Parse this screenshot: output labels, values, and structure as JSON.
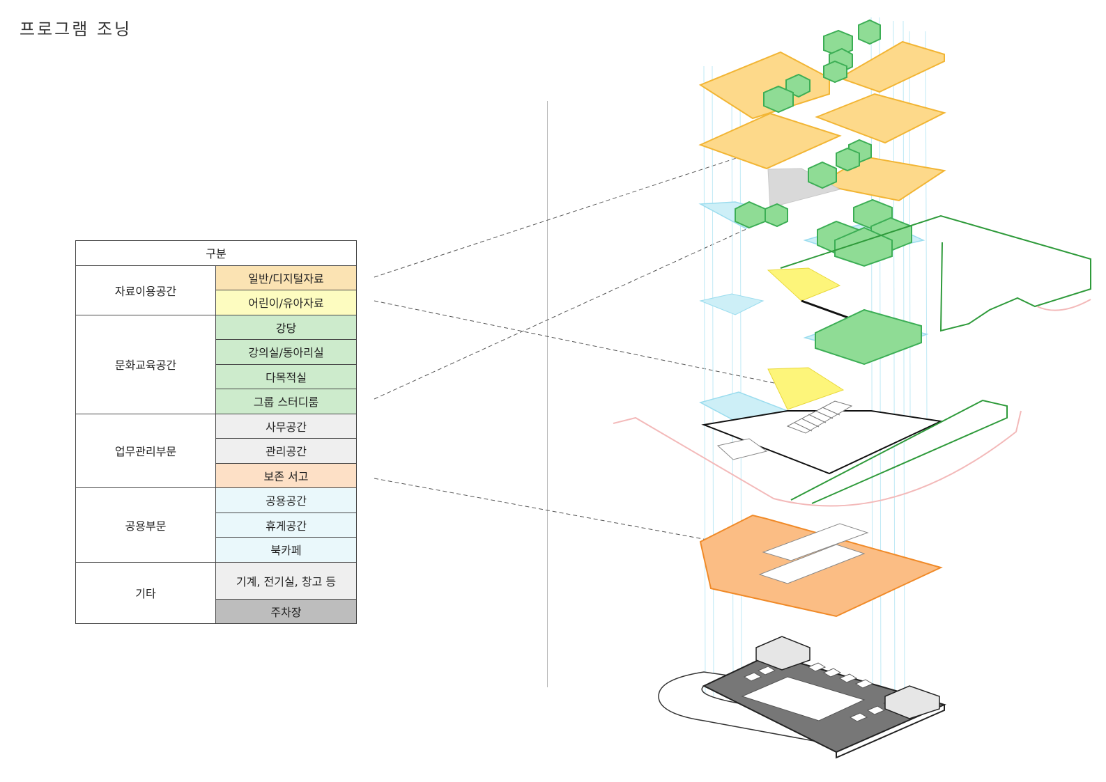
{
  "title": "프로그램 조닝",
  "legend": {
    "header": "구분",
    "groups": [
      {
        "name": "자료이용공간",
        "items": [
          {
            "label": "일반/디지털자료",
            "color": "#fbe3b3"
          },
          {
            "label": "어린이/유아자료",
            "color": "#fdfcc0"
          }
        ]
      },
      {
        "name": "문화교육공간",
        "items": [
          {
            "label": "강당",
            "color": "#cdebcc"
          },
          {
            "label": "강의실/동아리실",
            "color": "#cdebcc"
          },
          {
            "label": "다목적실",
            "color": "#cdebcc"
          },
          {
            "label": "그룹 스터디룸",
            "color": "#cdebcc"
          }
        ]
      },
      {
        "name": "업무관리부문",
        "items": [
          {
            "label": "사무공간",
            "color": "#efefef"
          },
          {
            "label": "관리공간",
            "color": "#efefef"
          },
          {
            "label": "보존 서고",
            "color": "#fde0c6"
          }
        ]
      },
      {
        "name": "공용부문",
        "items": [
          {
            "label": "공용공간",
            "color": "#eaf8fb"
          },
          {
            "label": "휴게공간",
            "color": "#eaf8fb"
          },
          {
            "label": "북카페",
            "color": "#eaf8fb"
          }
        ]
      },
      {
        "name": "기타",
        "items": [
          {
            "label": "기계, 전기실, 창고 등",
            "color": "#efefef"
          },
          {
            "label": "주차장",
            "color": "#bdbdbd"
          }
        ]
      }
    ]
  },
  "colors": {
    "library_floor": "#fdd98a",
    "library_edge": "#f2b534",
    "kids_floor": "#fdf57a",
    "culture_box": "#8fdc95",
    "culture_edge": "#3cae55",
    "common_floor": "#cdeff7",
    "common_edge": "#9adcee",
    "office_floor": "#d9d9d9",
    "archive_floor": "#fbbd84",
    "archive_edge": "#f08a28",
    "landscape_line": "#2e9a3a",
    "ramp_line": "#f3b9b9",
    "parking": "#777777"
  }
}
